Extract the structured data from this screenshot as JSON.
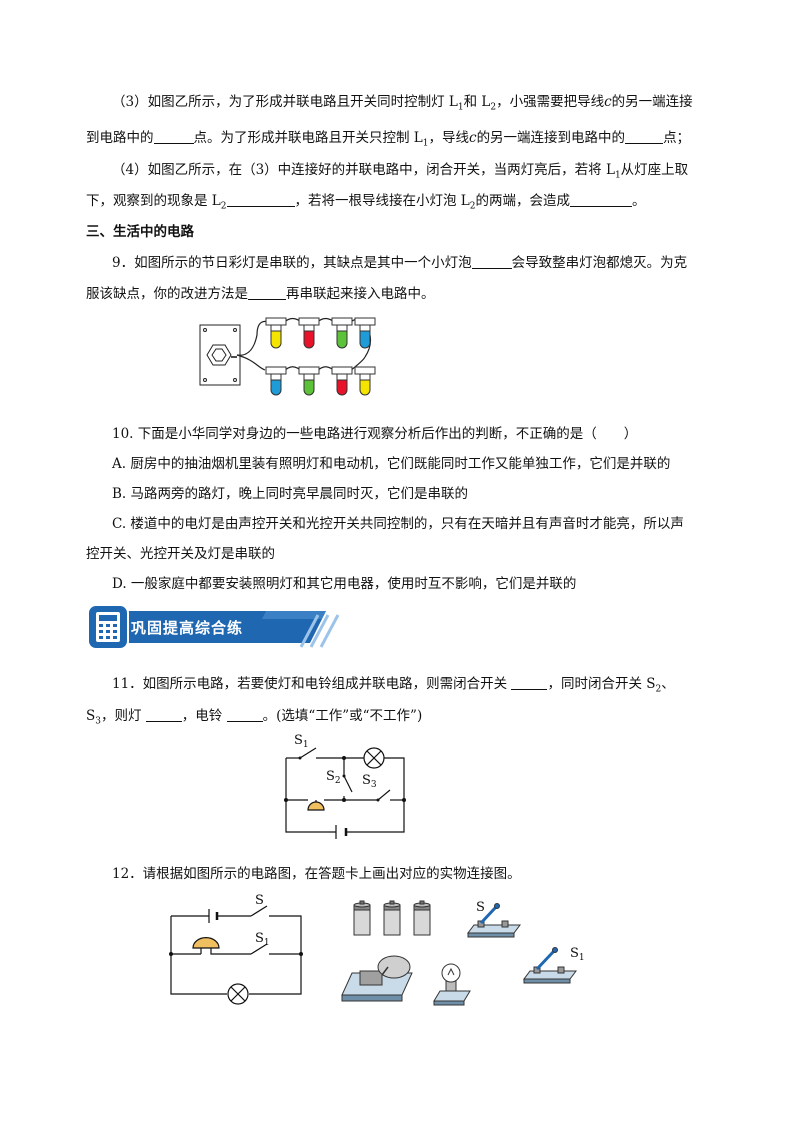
{
  "q8": {
    "p3a": "（3）如图乙所示，为了形成并联电路且开关同时控制灯 L",
    "p3a_sub1": "1",
    "p3b": "和 L",
    "p3b_sub2": "2",
    "p3c": "，小强需要把导线",
    "p3c_var": "c",
    "p3d": "的另一端连接",
    "p3e": "到电路中的",
    "p3f": "点。为了形成并联电路且开关只控制 L",
    "p3f_sub": "1",
    "p3g": "，导线",
    "p3g_var": "c",
    "p3h": "的另一端连接到电路中的",
    "p3i": "点；",
    "p4a": "（4）如图乙所示，在（3）中连接好的并联电路中，闭合开关，当两灯亮后，若将 L",
    "p4a_sub": "1",
    "p4b": "从灯座上取",
    "p4c": "下，观察到的现象是 L",
    "p4c_sub": "2",
    "p4d": "，若将一根导线接在小灯泡 L",
    "p4d_sub": "2",
    "p4e": "的两端，会造成",
    "p4f": "。"
  },
  "section3": {
    "title": "三、生活中的电路"
  },
  "q9": {
    "l1a": "9．如图所示的节日彩灯是串联的，其缺点是其中一个小灯泡",
    "l1b": "会导致整串灯泡都熄灭。为克",
    "l2a": "服该缺点，你的改进方法是",
    "l2b": "再串联起来接入电路中。"
  },
  "q10": {
    "stem": "10. 下面是小华同学对身边的一些电路进行观察分析后作出的判断，不正确的是（　　）",
    "A": "A. 厨房中的抽油烟机里装有照明灯和电动机，它们既能同时工作又能单独工作，它们是并联的",
    "B": "B. 马路两旁的路灯，晚上同时亮早晨同时灭，它们是串联的",
    "C1": "C. 楼道中的电灯是由声控开关和光控开关共同控制的，只有在天暗并且有声音时才能亮，所以声",
    "C2": "控开关、光控开关及灯是串联的",
    "D": "D. 一般家庭中都要安装照明灯和其它用电器，使用时互不影响，它们是并联的"
  },
  "banner": {
    "title": "巩固提高综合练",
    "icon": "calculator-icon"
  },
  "q11": {
    "l1a": "11．如图所示电路，若要使灯和电铃组成并联电路，则需闭合开关 ",
    "l1b": "，同时闭合开关 S",
    "l1b_sub": "2",
    "l1c": "、",
    "l2a": "S",
    "l2a_sub": "3",
    "l2b": "，则灯 ",
    "l2c": "，电铃 ",
    "l2d": "。(选填“工作”或“不工作”)",
    "fig": {
      "s1": "S",
      "s1_sub": "1",
      "s2": "S",
      "s2_sub": "2",
      "s3": "S",
      "s3_sub": "3"
    }
  },
  "q12": {
    "stem": "12．请根据如图所示的电路图，在答题卡上画出对应的实物连接图。",
    "fig": {
      "s": "S",
      "s1": "S",
      "s1_sub": "1",
      "ps": "S",
      "ps1": "S",
      "ps1_sub": "1"
    }
  },
  "colors": {
    "bulb_yellow": "#f5e400",
    "bulb_red": "#e8132a",
    "bulb_green": "#5cc23a",
    "bulb_blue": "#1f9bd8",
    "banner_blue": "#1f67b1"
  }
}
